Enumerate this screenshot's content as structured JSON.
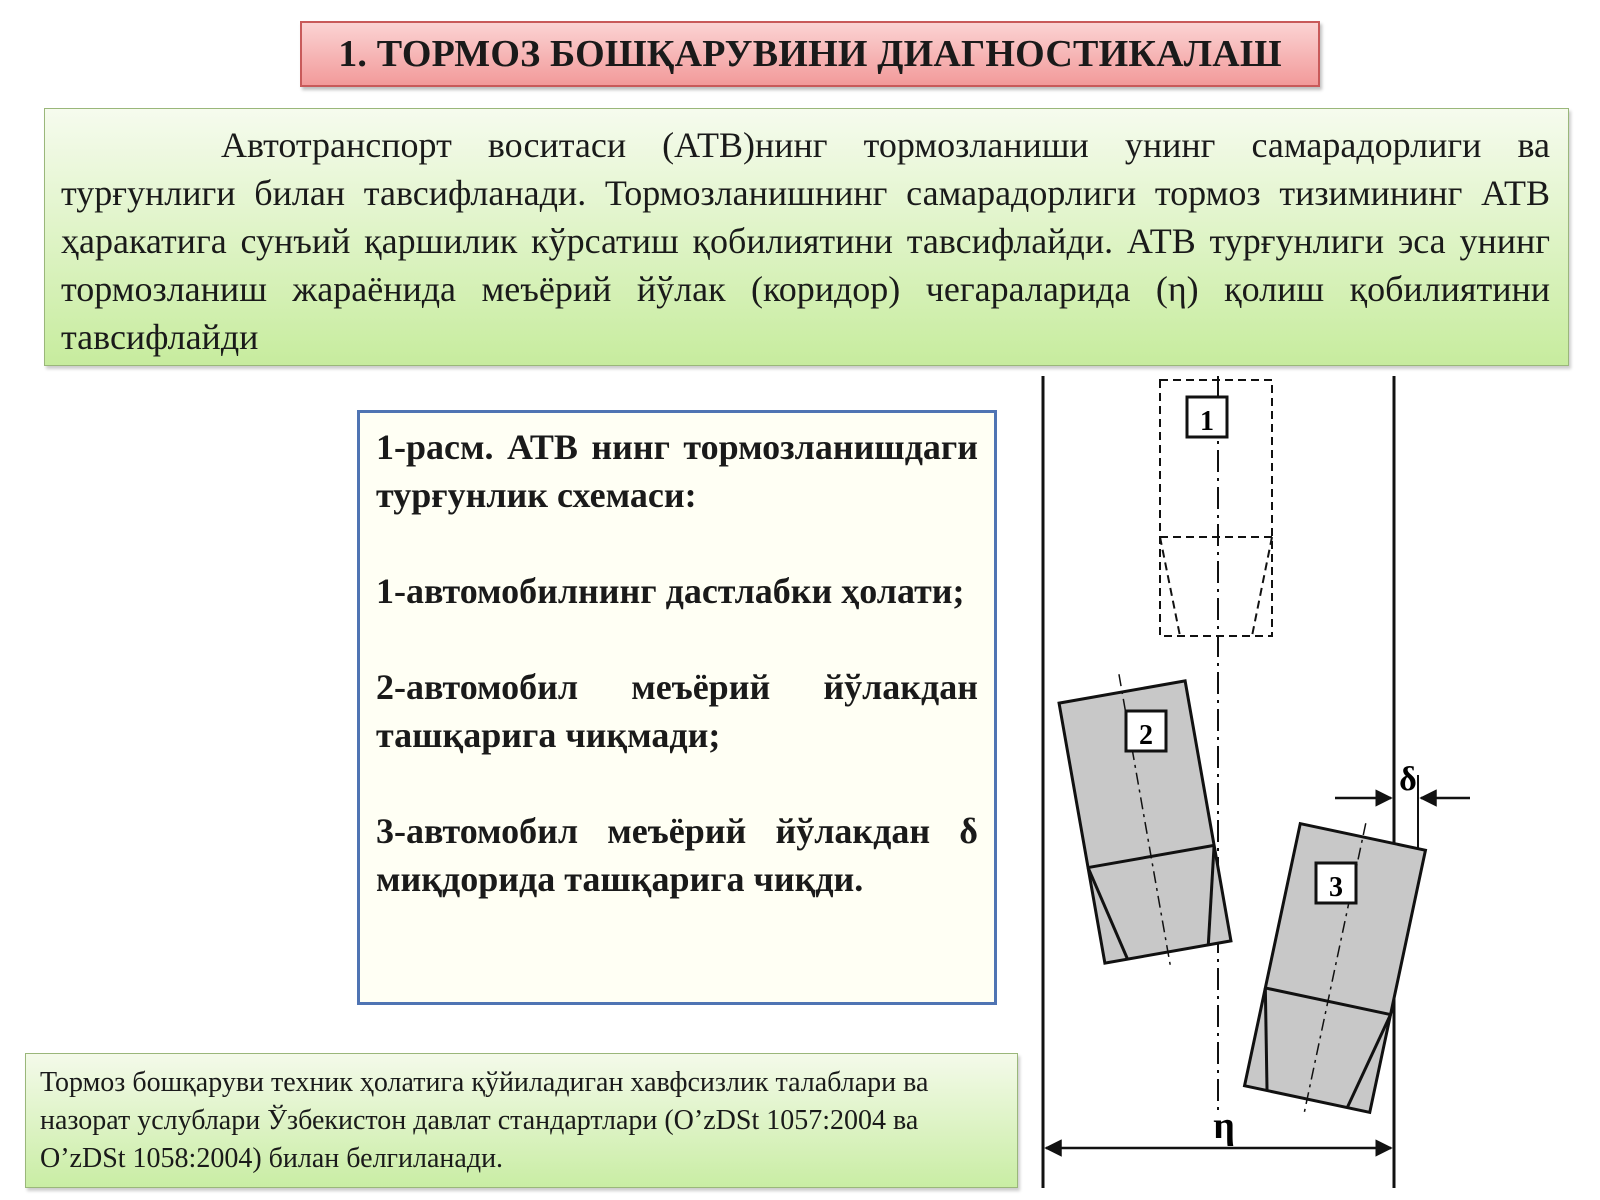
{
  "title": "1. ТОРМОЗ БОШҚАРУВИНИ ДИАГНОСТИКАЛАШ",
  "intro": "Автотранспорт воситаси (АТВ)нинг тормозланиши унинг самарадорлиги ва турғунлиги билан тавсифланади. Тормозланишнинг самарадорлиги тормоз тизимининг АТВ ҳаракатига сунъий қаршилик кўрсатиш қобилиятини тавсифлайди. АТВ турғунлиги эса унинг тормозланиш жараёнида меъёрий йўлак (коридор) чегараларида (η) қолиш қобилиятини тавсифлайди",
  "caption": {
    "figure": "1-расм. АТВ нинг тормозланишдаги турғунлик схемаси:",
    "item1": "1-автомобилнинг дастлабки ҳолати;",
    "item2": "2-автомобил меъёрий йўлакдан ташқарига чиқмади;",
    "item3": "3-автомобил меъёрий йўлакдан δ миқдорида ташқарига чиқди."
  },
  "note": "Тормоз бошқаруви техник ҳолатига қўйиладиган хавфсизлик талаблари ва назорат услублари Ўзбекистон давлат стандартлари (O’zDSt 1057:2004 ва O’zDSt 1058:2004) билан белгиланади.",
  "diagram": {
    "car1_label": "1",
    "car2_label": "2",
    "car3_label": "3",
    "delta_label": "δ",
    "eta_label": "η"
  },
  "colors": {
    "title_bg": "#f29a9a",
    "panel_bg": "#c7ec9e",
    "caption_border": "#4f74b3",
    "car_fill": "#c8c8c8"
  }
}
